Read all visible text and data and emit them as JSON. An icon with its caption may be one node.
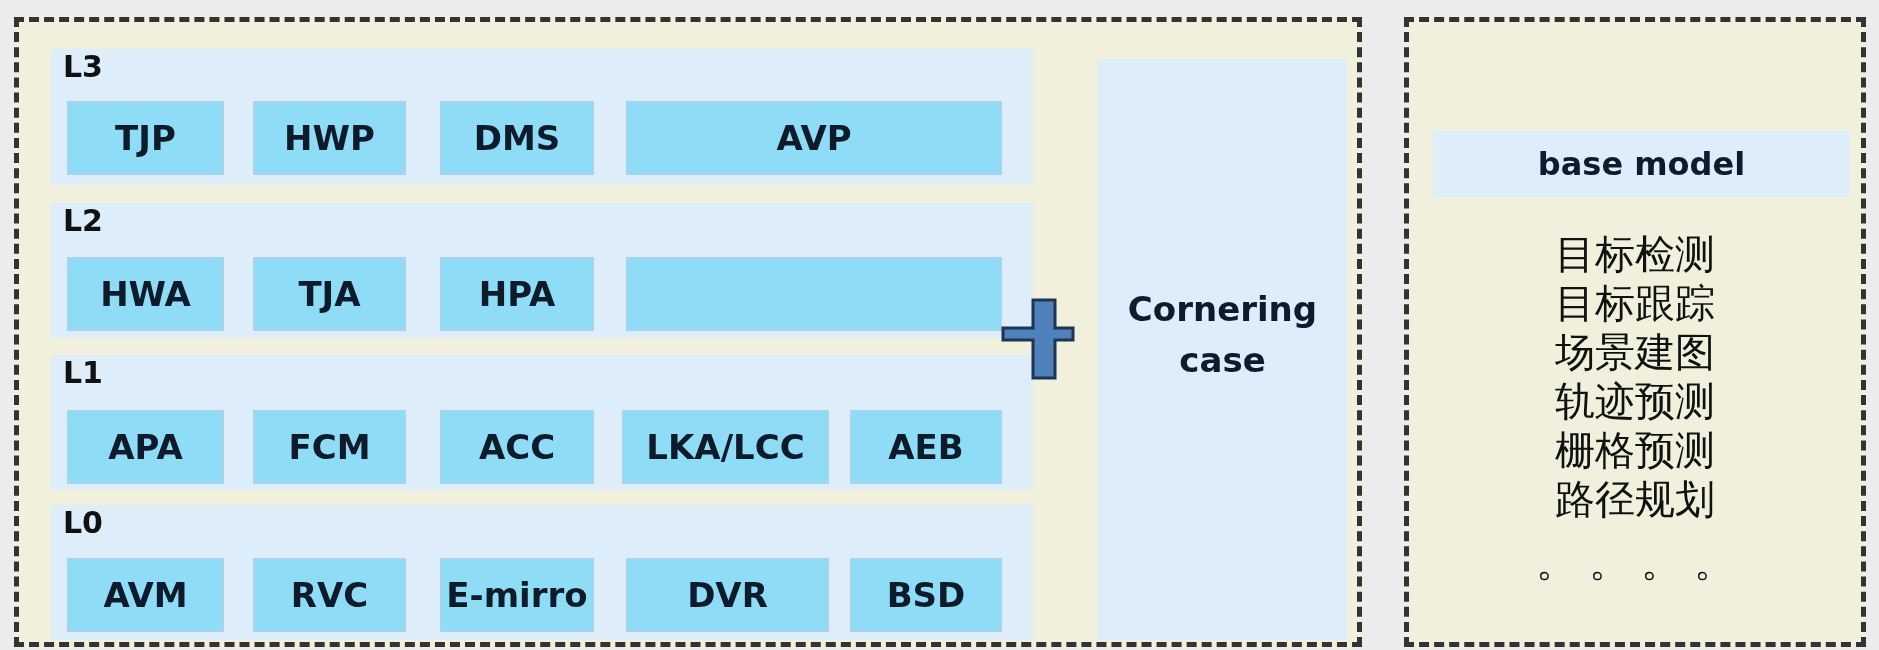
{
  "diagram": {
    "nodes": [
      {
        "text": [],
        "shape": "box"
      },
      {
        "text": [
          "L3"
        ],
        "in": 0
      },
      {
        "text": [
          "TJP"
        ],
        "in": 1
      },
      {
        "text": [
          "HWP"
        ],
        "in": 1
      },
      {
        "text": [
          "DMS"
        ],
        "in": 1
      },
      {
        "text": [
          "AVP"
        ],
        "in": 1
      },
      {
        "text": [
          "L2"
        ],
        "in": 0
      },
      {
        "text": [
          "HWA"
        ],
        "in": 6
      },
      {
        "text": [
          "TJA"
        ],
        "in": 6
      },
      {
        "text": [
          "HPA"
        ],
        "in": 6
      },
      {
        "text": [],
        "shape": "box",
        "in": 6
      },
      {
        "text": [
          "L1"
        ],
        "in": 0
      },
      {
        "text": [
          "APA"
        ],
        "in": 11
      },
      {
        "text": [
          "FCM"
        ],
        "in": 11
      },
      {
        "text": [
          "ACC"
        ],
        "in": 11
      },
      {
        "text": [
          "LKA/LCC"
        ],
        "in": 11
      },
      {
        "text": [
          "AEB"
        ],
        "in": 11
      },
      {
        "text": [
          "L0"
        ],
        "in": 0
      },
      {
        "text": [
          "AVM"
        ],
        "in": 17
      },
      {
        "text": [
          "RVC"
        ],
        "in": 17
      },
      {
        "text": [
          "E-mirro"
        ],
        "in": 17
      },
      {
        "text": [
          "DVR"
        ],
        "in": 17
      },
      {
        "text": [
          "BSD"
        ],
        "in": 17
      },
      {
        "text": [
          "Cornering case"
        ],
        "in": 0
      },
      {
        "text": [
          "目标检测",
          "目标跟踪",
          "场景建图",
          "轨迹预测",
          "栅格预测",
          "路径规划",
          "。 。 。 。"
        ]
      },
      {
        "text": [
          "base model"
        ],
        "in": 24
      }
    ],
    "edges": []
  }
}
